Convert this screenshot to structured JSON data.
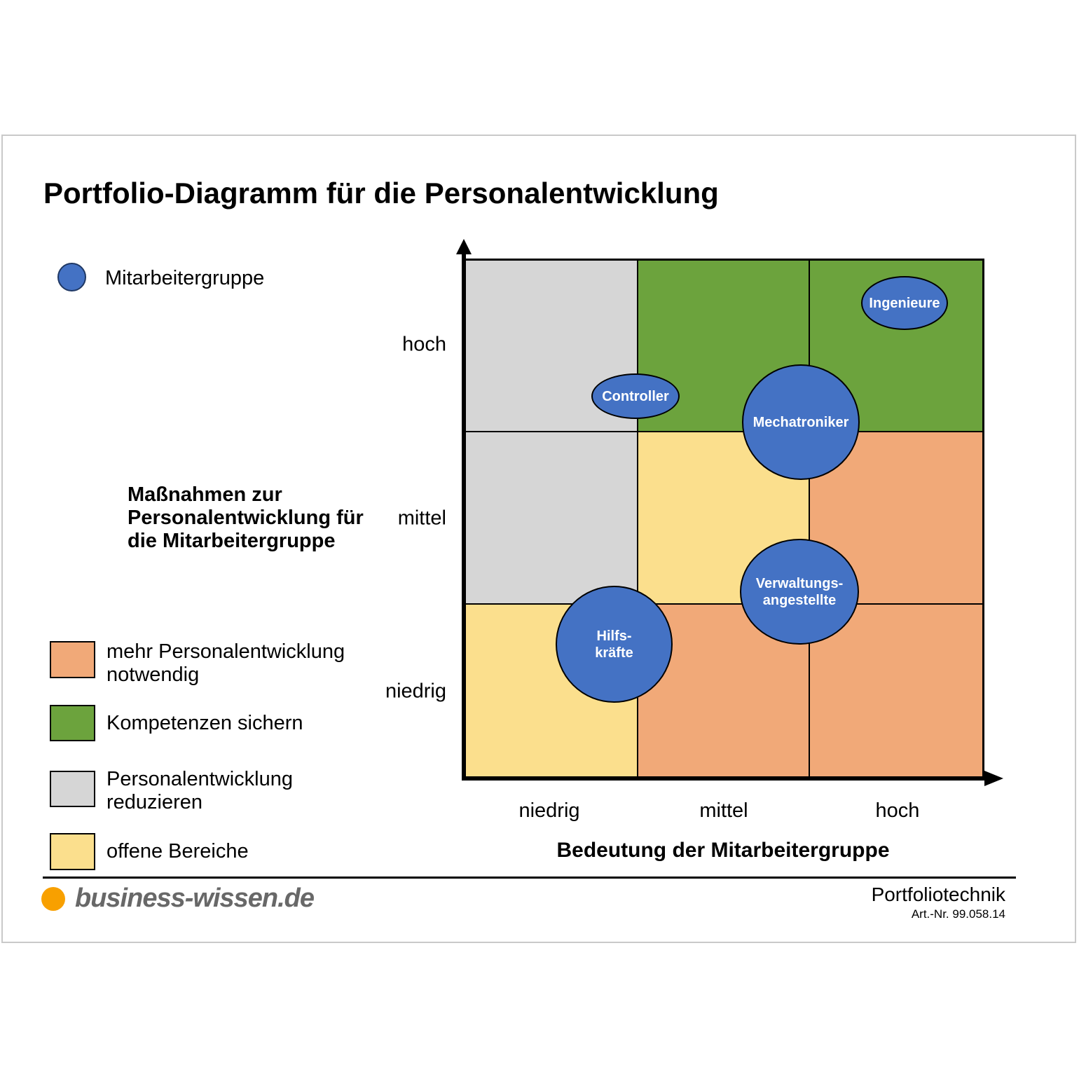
{
  "header": {
    "title": "Portfolio-Diagramm für die Personalentwicklung"
  },
  "colors": {
    "blue": "#4472C4",
    "green": "#6CA33D",
    "orange": "#F1A978",
    "yellow": "#FBDF8D",
    "gray": "#D6D6D6",
    "logo_orange": "#F8A000"
  },
  "legend_top": {
    "label": "Mitarbeitergruppe"
  },
  "y_axis": {
    "title_lines": [
      "Maßnahmen zur",
      "Personalentwicklung für",
      "die Mitarbeitergruppe"
    ],
    "ticks": [
      "hoch",
      "mittel",
      "niedrig"
    ]
  },
  "x_axis": {
    "title": "Bedeutung der Mitarbeitergruppe",
    "ticks": [
      "niedrig",
      "mittel",
      "hoch"
    ]
  },
  "matrix": {
    "cells": [
      [
        "#D6D6D6",
        "#6CA33D",
        "#6CA33D"
      ],
      [
        "#D6D6D6",
        "#FBDF8D",
        "#F1A978"
      ],
      [
        "#FBDF8D",
        "#F1A978",
        "#F1A978"
      ]
    ],
    "cell_meanings": [
      [
        "Personalentwicklung reduzieren",
        "Kompetenzen sichern",
        "Kompetenzen sichern"
      ],
      [
        "Personalentwicklung reduzieren",
        "offene Bereiche",
        "mehr Personalentwicklung notwendig"
      ],
      [
        "offene Bereiche",
        "mehr Personalentwicklung notwendig",
        "mehr Personalentwicklung notwendig"
      ]
    ]
  },
  "bubbles": [
    {
      "line1": "Ingenieure",
      "pos_axis_units": {
        "x": 2.54,
        "y": 2.75
      }
    },
    {
      "line1": "Controller",
      "pos_axis_units": {
        "x": 0.99,
        "y": 2.21
      }
    },
    {
      "line1": "Mechatroniker",
      "pos_axis_units": {
        "x": 1.94,
        "y": 2.06
      }
    },
    {
      "line1": "Verwaltungs-",
      "line2": "angestellte",
      "pos_axis_units": {
        "x": 1.93,
        "y": 1.08
      }
    },
    {
      "line1": "Hilfs-",
      "line2": "kräfte",
      "pos_axis_units": {
        "x": 0.86,
        "y": 0.78
      }
    }
  ],
  "quadrant_legend": [
    {
      "color": "#F1A978",
      "line1": "mehr Personalentwicklung",
      "line2": "notwendig"
    },
    {
      "color": "#6CA33D",
      "line1": "Kompetenzen sichern"
    },
    {
      "color": "#D6D6D6",
      "line1": "Personalentwicklung",
      "line2": "reduzieren"
    },
    {
      "color": "#FBDF8D",
      "line1": "offene Bereiche"
    }
  ],
  "footer": {
    "logo_text": "business-wissen.de",
    "topic": "Portfoliotechnik",
    "art_nr": "Art.-Nr. 99.058.14"
  }
}
